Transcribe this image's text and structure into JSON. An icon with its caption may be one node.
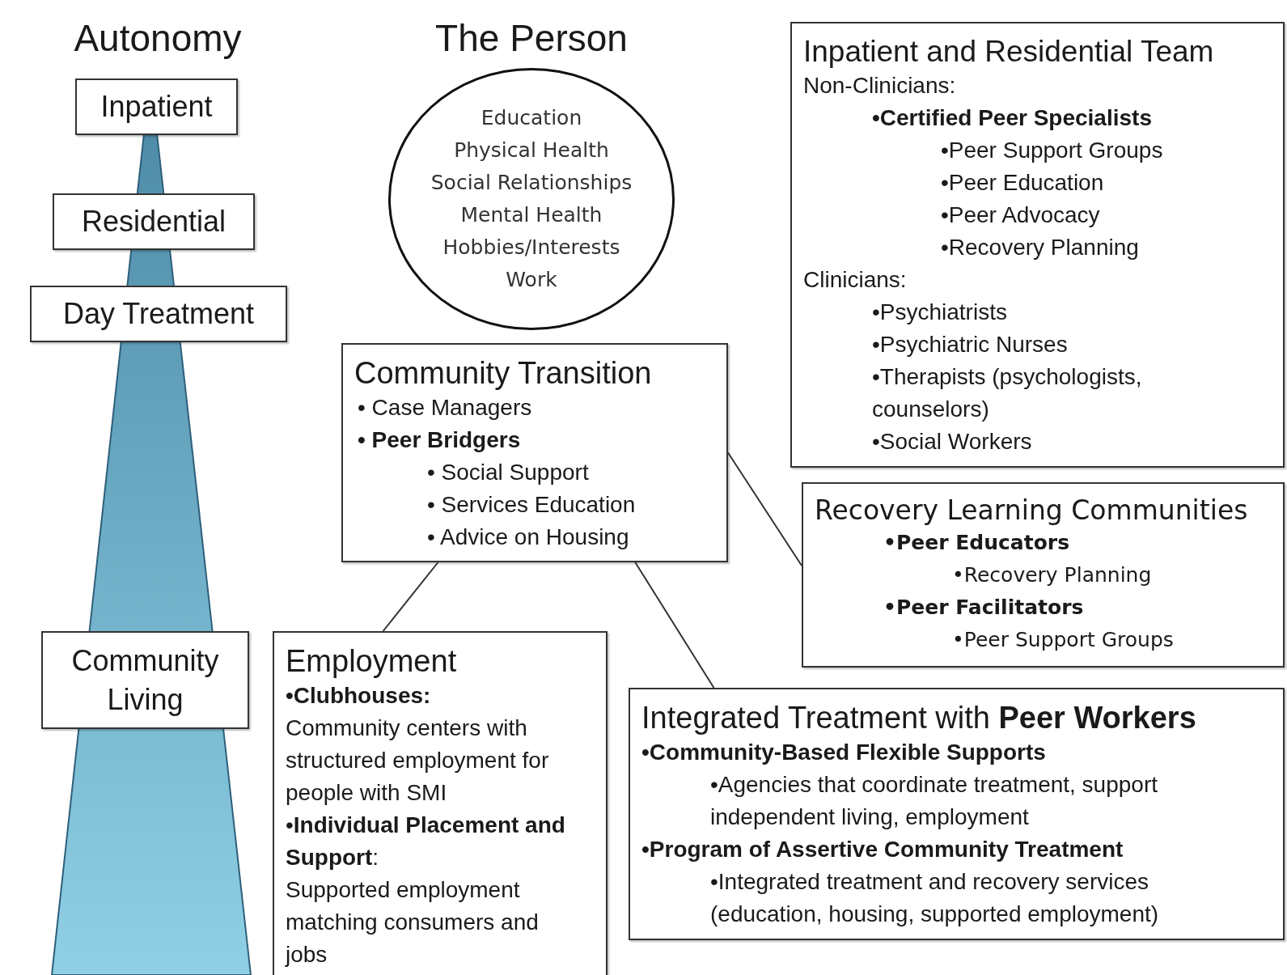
{
  "diagram": {
    "nodes": [
      {
        "text": [
          "Inpatient"
        ]
      },
      {
        "text": [
          "Residential"
        ]
      },
      {
        "text": [
          "Day Treatment"
        ]
      },
      {
        "text": [
          "Community Living"
        ]
      },
      {
        "text": [
          "The Person",
          "Education",
          "Physical Health",
          "Social Relationships",
          "Mental Health",
          "Hobbies/Interests",
          "Work"
        ]
      },
      {
        "text": [
          "Inpatient and Residential Team",
          "Non-Clinicians:",
          "•Certified Peer Specialists",
          "•Peer Support Groups",
          "•Peer Education",
          "•Peer Advocacy",
          "•Recovery Planning",
          "Clinicians:",
          "•Psychiatrists",
          "•Psychiatric Nurses",
          "•Therapists (psychologists, counselors)",
          "•Social Workers"
        ]
      },
      {
        "text": [
          "Community Transition",
          "• Case Managers",
          "• Peer Bridgers",
          "• Social Support",
          "• Services Education",
          "• Advice on Housing"
        ]
      },
      {
        "text": [
          "Recovery Learning Communities",
          "•Peer Educators",
          "•Recovery Planning",
          "•Peer Facilitators",
          "•Peer Support Groups"
        ]
      },
      {
        "text": [
          "Employment",
          "•Clubhouses:",
          "Community centers with structured employment for people with SMI",
          "•**Individual Placement and Support**:",
          "Supported employment matching consumers and jobs"
        ]
      },
      {
        "text": [
          "Integrated Treatment with **Peer Workers**",
          "•Community-Based Flexible Supports",
          "•Agencies that coordinate treatment, support independent living, employment",
          "•Program of Assertive Community Treatment",
          "•Integrated treatment and recovery services (education, housing, supported employment)"
        ]
      }
    ],
    "edges": [
      {
        "from": 6,
        "to": 7,
        "arrow": "none"
      },
      {
        "from": 6,
        "to": 8,
        "arrow": "none"
      },
      {
        "from": 6,
        "to": 9,
        "arrow": "none"
      }
    ],
    "labels": [
      "Autonomy"
    ]
  }
}
